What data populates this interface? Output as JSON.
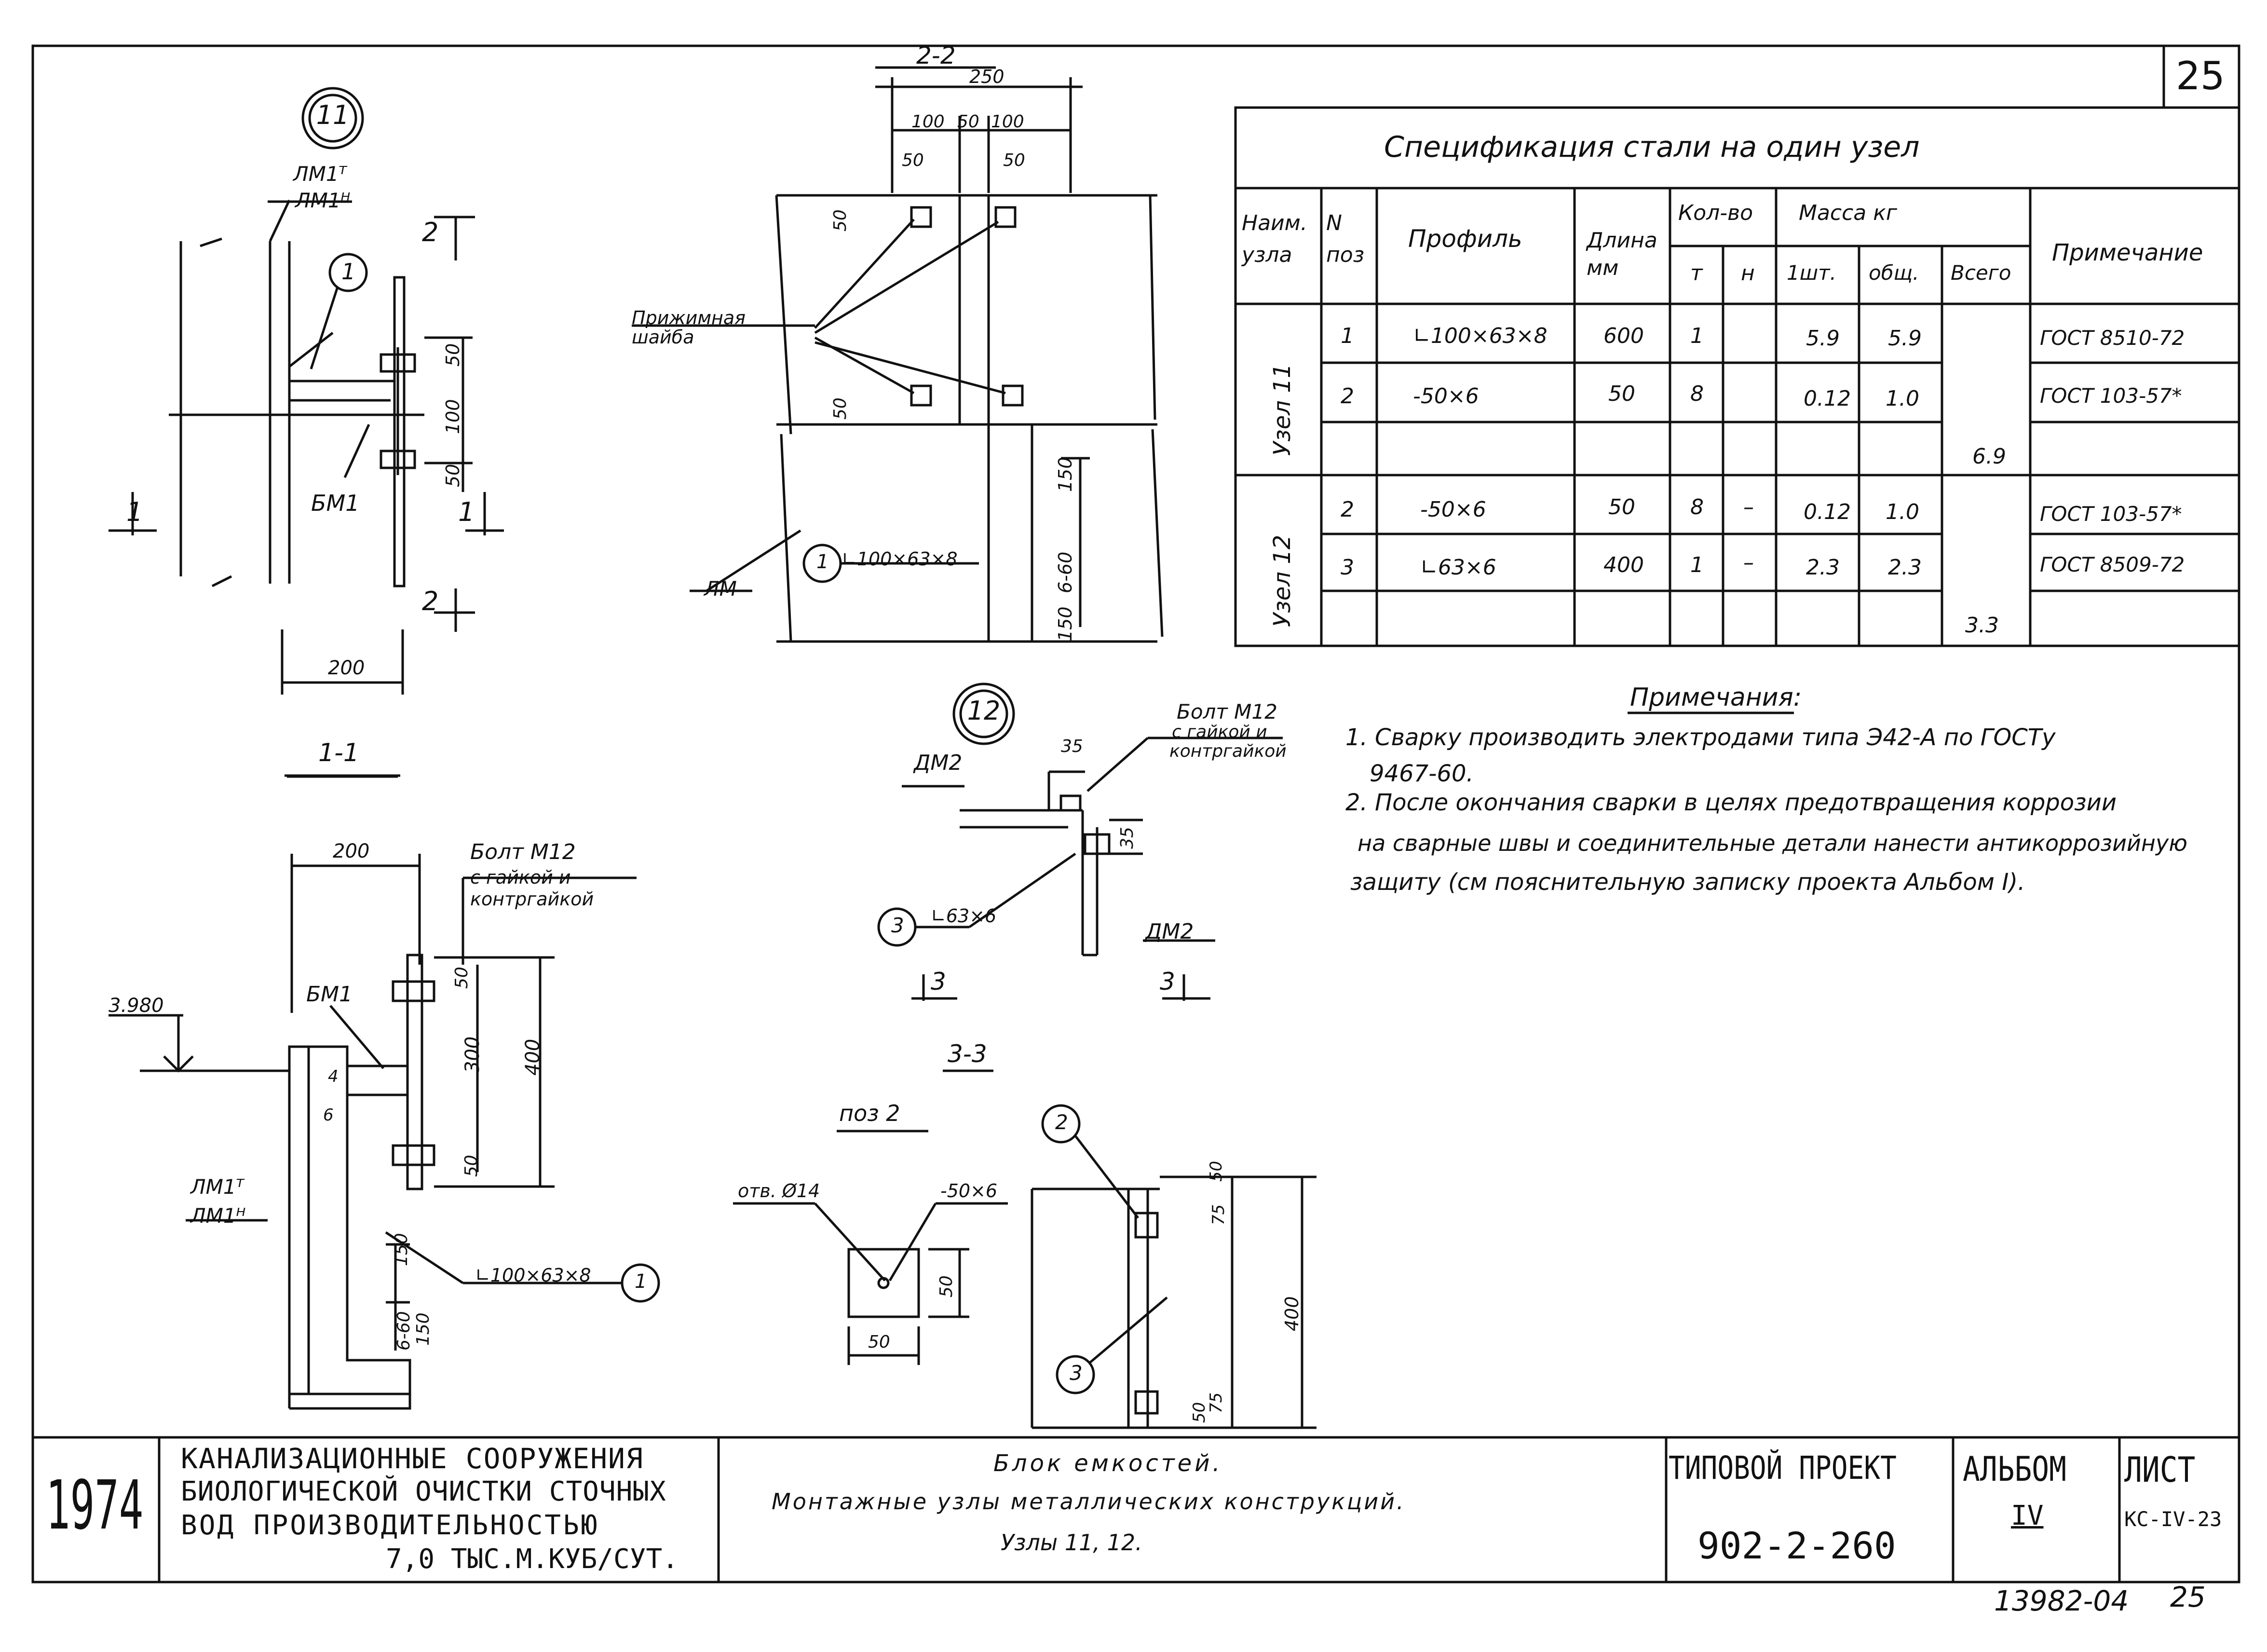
{
  "sheet_number": "25",
  "spec": {
    "title": "Спецификация стали на один узел",
    "headers": {
      "node": "Наим. узла",
      "pos": "N поз",
      "profile": "Профиль",
      "length": "Длина мм",
      "qty": "Кол-во",
      "qty_t": "т",
      "qty_n": "н",
      "mass": "Масса кг",
      "mass_one": "1шт.",
      "mass_total": "общ.",
      "mass_all": "Всего",
      "note": "Примечание"
    },
    "groups": [
      {
        "name": "Узел 11",
        "rows": [
          {
            "pos": "1",
            "profile": "∟100×63×8",
            "length": "600",
            "t": "1",
            "n": "",
            "one": "5.9",
            "total": "5.9",
            "note": "ГОСТ 8510-72"
          },
          {
            "pos": "2",
            "profile": "-50×6",
            "length": "50",
            "t": "8",
            "n": "",
            "one": "0.12",
            "total": "1.0",
            "note": "ГОСТ 103-57*"
          },
          {
            "pos": "",
            "profile": "",
            "length": "",
            "t": "",
            "n": "",
            "one": "",
            "total": "",
            "note": ""
          }
        ],
        "sum": "6.9"
      },
      {
        "name": "Узел 12",
        "rows": [
          {
            "pos": "2",
            "profile": "-50×6",
            "length": "50",
            "t": "8",
            "n": "–",
            "one": "0.12",
            "total": "1.0",
            "note": "ГОСТ 103-57*"
          },
          {
            "pos": "3",
            "profile": "∟63×6",
            "length": "400",
            "t": "1",
            "n": "–",
            "one": "2.3",
            "total": "2.3",
            "note": "ГОСТ 8509-72"
          },
          {
            "pos": "",
            "profile": "",
            "length": "",
            "t": "",
            "n": "",
            "one": "",
            "total": "",
            "note": ""
          }
        ],
        "sum": "3.3"
      }
    ]
  },
  "notes": {
    "title": "Примечания:",
    "lines": [
      "1. Сварку производить электродами типа Э42-А по ГОСТу",
      "9467-60.",
      "2. После окончания сварки в целях предотвращения коррозии",
      "на сварные швы и соединительные детали нанести антикоррозийную",
      "защиту (см пояснительную записку проекта Альбом I)."
    ]
  },
  "drawing": {
    "node11": "11",
    "node12": "12",
    "lm1t": "ЛМ1ᵀ",
    "lm1n": "ЛМ1ᴴ",
    "bm1": "БМ1",
    "lm": "ЛМ",
    "dm2": "ДМ2",
    "pos1": "1",
    "pos2": "2",
    "pos3": "3",
    "cut11": "1-1",
    "cut22": "2-2",
    "cut33": "3-3",
    "cut1": "1",
    "cut2": "2",
    "cut3": "3",
    "poz2": "поз 2",
    "bolt_m12": "Болт М12",
    "with_nut": "с гайкой и",
    "with_locknut": "контргайкой",
    "washer": "Прижимная шайба",
    "angle_100": "∟100×63×8",
    "angle_63": "∟63×6",
    "plate": "-50×6",
    "hole": "отв. Ø14",
    "elev": "3.980",
    "d200": "200",
    "d250": "250",
    "d100": "100",
    "d50": "50",
    "d300": "300",
    "d400": "400",
    "d150": "150",
    "d660": "6-60",
    "d35": "35",
    "d75": "75",
    "d4": "4",
    "d6": "6"
  },
  "title_block": {
    "year": "1974",
    "org": [
      "КАНАЛИЗАЦИОННЫЕ СООРУЖЕНИЯ",
      "БИОЛОГИЧЕСКОЙ ОЧИСТКИ СТОЧНЫХ",
      "ВОД ПРОИЗВОДИТЕЛЬНОСТЬЮ",
      "7,0 ТЫС.М.КУБ/СУТ."
    ],
    "desc": [
      "Блок емкостей.",
      "Монтажные узлы металлических конструкций.",
      "Узлы 11, 12."
    ],
    "project_label": "ТИПОВОЙ ПРОЕКТ",
    "project_number": "902-2-260",
    "album_label": "АЛЬБОМ",
    "album_number": "IV",
    "sheet_label": "ЛИСТ",
    "sheet_code": "КС-IV-23"
  },
  "inventory": "13982-04",
  "inventory_sheet": "25"
}
